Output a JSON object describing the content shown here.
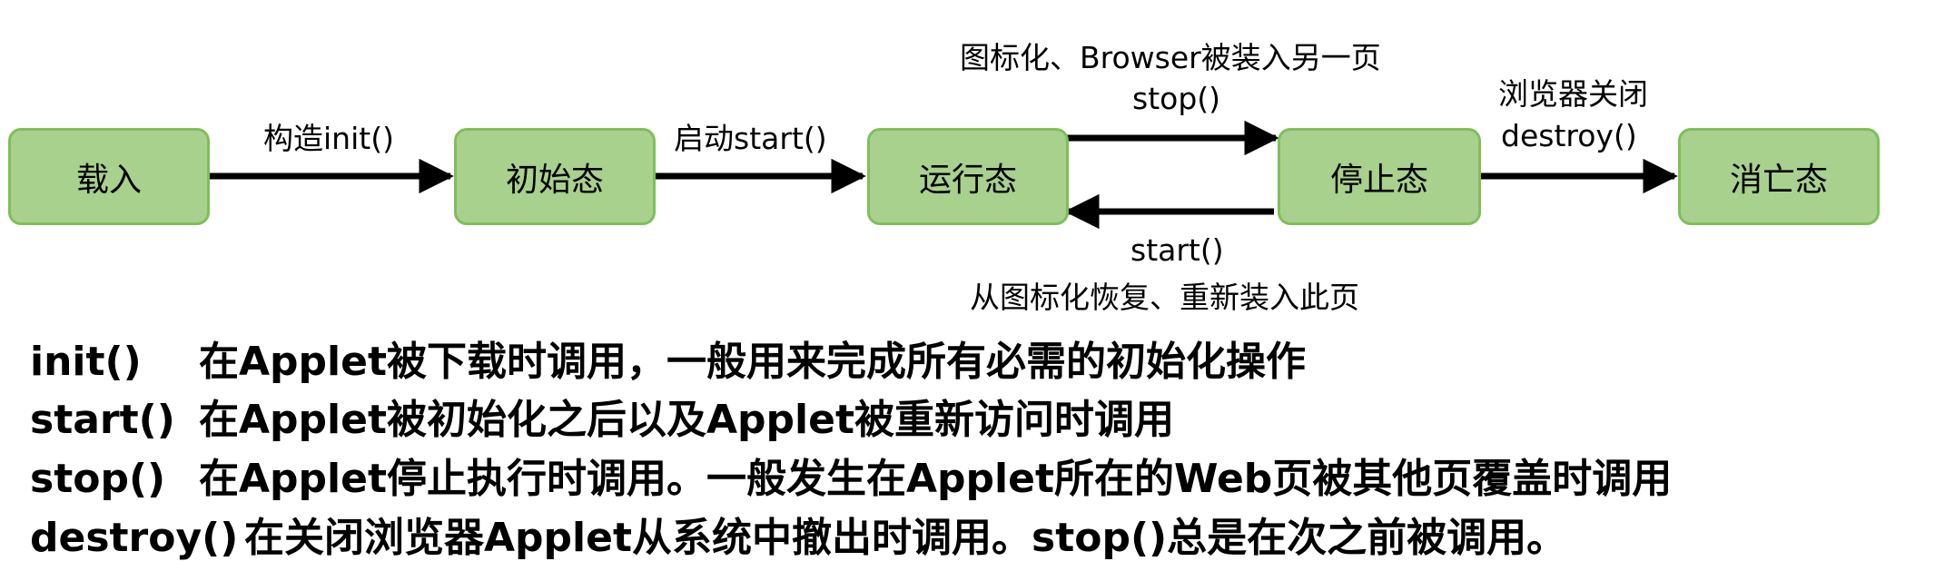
{
  "diagram": {
    "states": {
      "load": "载入",
      "init": "初始态",
      "running": "运行态",
      "stopped": "停止态",
      "dead": "消亡态"
    },
    "transitions": {
      "load_to_init": "构造init()",
      "init_to_running": "启动start()",
      "running_to_stopped_line1": "图标化、Browser被装入另一页",
      "running_to_stopped_line2": "stop()",
      "stopped_to_running_line1": "start()",
      "stopped_to_running_line2": "从图标化恢复、重新装入此页",
      "stopped_to_dead_line1": "浏览器关闭",
      "stopped_to_dead_line2": "destroy()"
    }
  },
  "methods": [
    {
      "name": "init()",
      "description": "在Applet被下载时调用，一般用来完成所有必需的初始化操作"
    },
    {
      "name": "start()",
      "description": "在Applet被初始化之后以及Applet被重新访问时调用"
    },
    {
      "name": "stop()",
      "description": "在Applet停止执行时调用。一般发生在Applet所在的Web页被其他页覆盖时调用"
    },
    {
      "name": "destroy()",
      "description": "在关闭浏览器Applet从系统中撤出时调用。stop()总是在次之前被调用。"
    }
  ],
  "colors": {
    "state_fill": "#a9d18e",
    "state_border": "#7fbf59",
    "arrow": "#000000"
  }
}
